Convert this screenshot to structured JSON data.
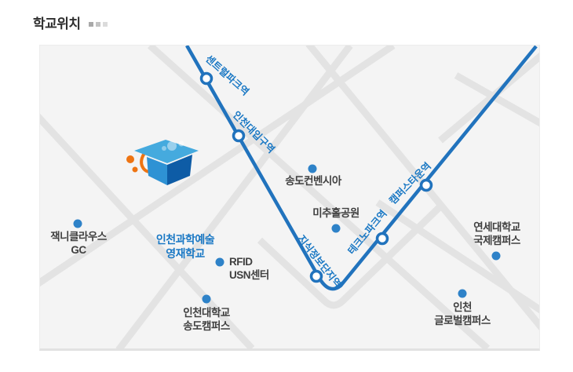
{
  "page": {
    "title": "학교위치"
  },
  "colors": {
    "metro_line": "#2173bd",
    "station_label": "#1a78c4",
    "poi_dot": "#2e82c8",
    "poi_label": "#404040",
    "road": "#e3e3e3",
    "map_background": "#f4f4f4",
    "school_icon_blue": "#2e92d4",
    "school_icon_orange": "#ee7412"
  },
  "map": {
    "stations": [
      {
        "name": "센트럴파크역"
      },
      {
        "name": "인천대입구역"
      },
      {
        "name": "지식정보단지역"
      },
      {
        "name": "테크노파크역"
      },
      {
        "name": "캠퍼스타운역"
      }
    ],
    "school": {
      "line1": "인천과학예술",
      "line2": "영재학교"
    },
    "pois": [
      {
        "name": "songdo-convensia",
        "line1": "송도컨벤시아"
      },
      {
        "name": "michuhol-park",
        "line1": "미추홀공원"
      },
      {
        "name": "jack-nicklaus-gc",
        "line1": "잭니클라우스",
        "line2": "GC"
      },
      {
        "name": "rfid-usn-center",
        "line1": "RFID",
        "line2": "USN센터"
      },
      {
        "name": "incheon-univ-songdo-campus",
        "line1": "인천대학교",
        "line2": "송도캠퍼스"
      },
      {
        "name": "yonsei-univ-international-campus",
        "line1": "연세대학교",
        "line2": "국제캠퍼스"
      },
      {
        "name": "incheon-global-campus",
        "line1": "인천",
        "line2": "글로벌캠퍼스"
      }
    ]
  }
}
